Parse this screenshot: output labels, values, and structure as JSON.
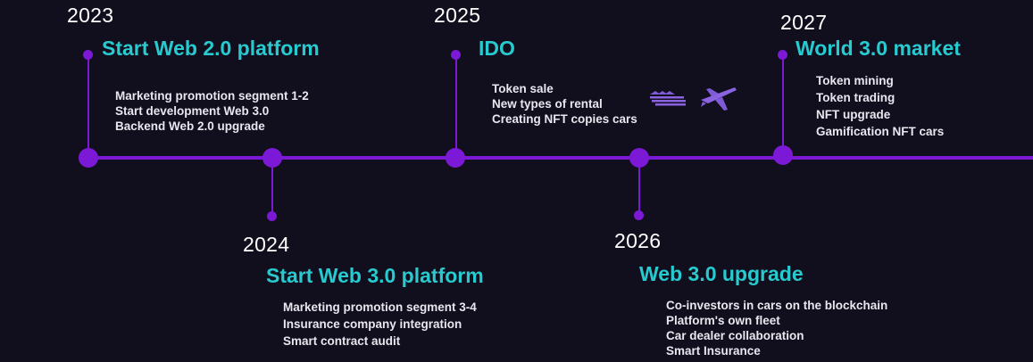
{
  "milestones": [
    {
      "year": "2023",
      "title": "Start Web 2.0 platform",
      "items": [
        "Marketing promotion segment 1-2",
        "Start development Web 3.0",
        "Backend Web 2.0  upgrade"
      ]
    },
    {
      "year": "2024",
      "title": "Start Web 3.0 platform",
      "items": [
        "Marketing promotion segment 3-4",
        "Insurance company integration",
        "Smart contract audit"
      ]
    },
    {
      "year": "2025",
      "title": "IDO",
      "items": [
        "Token sale",
        "New types of rental",
        "Creating NFT copies cars"
      ]
    },
    {
      "year": "2026",
      "title": "Web 3.0 upgrade",
      "items": [
        "Co-investors in cars on the blockchain",
        "Platform's own fleet",
        "Car dealer collaboration",
        "Smart Insurance"
      ]
    },
    {
      "year": "2027",
      "title": "World 3.0 market",
      "items": [
        "Token mining",
        "Token trading",
        "NFT upgrade",
        "Gamification NFT cars"
      ]
    }
  ],
  "icons": [
    "ship-icon",
    "airplane-icon"
  ],
  "colors": {
    "background": "#110e1d",
    "accent": "#7b19d6",
    "title": "#27cbcf",
    "text": "#e8e6ee"
  }
}
